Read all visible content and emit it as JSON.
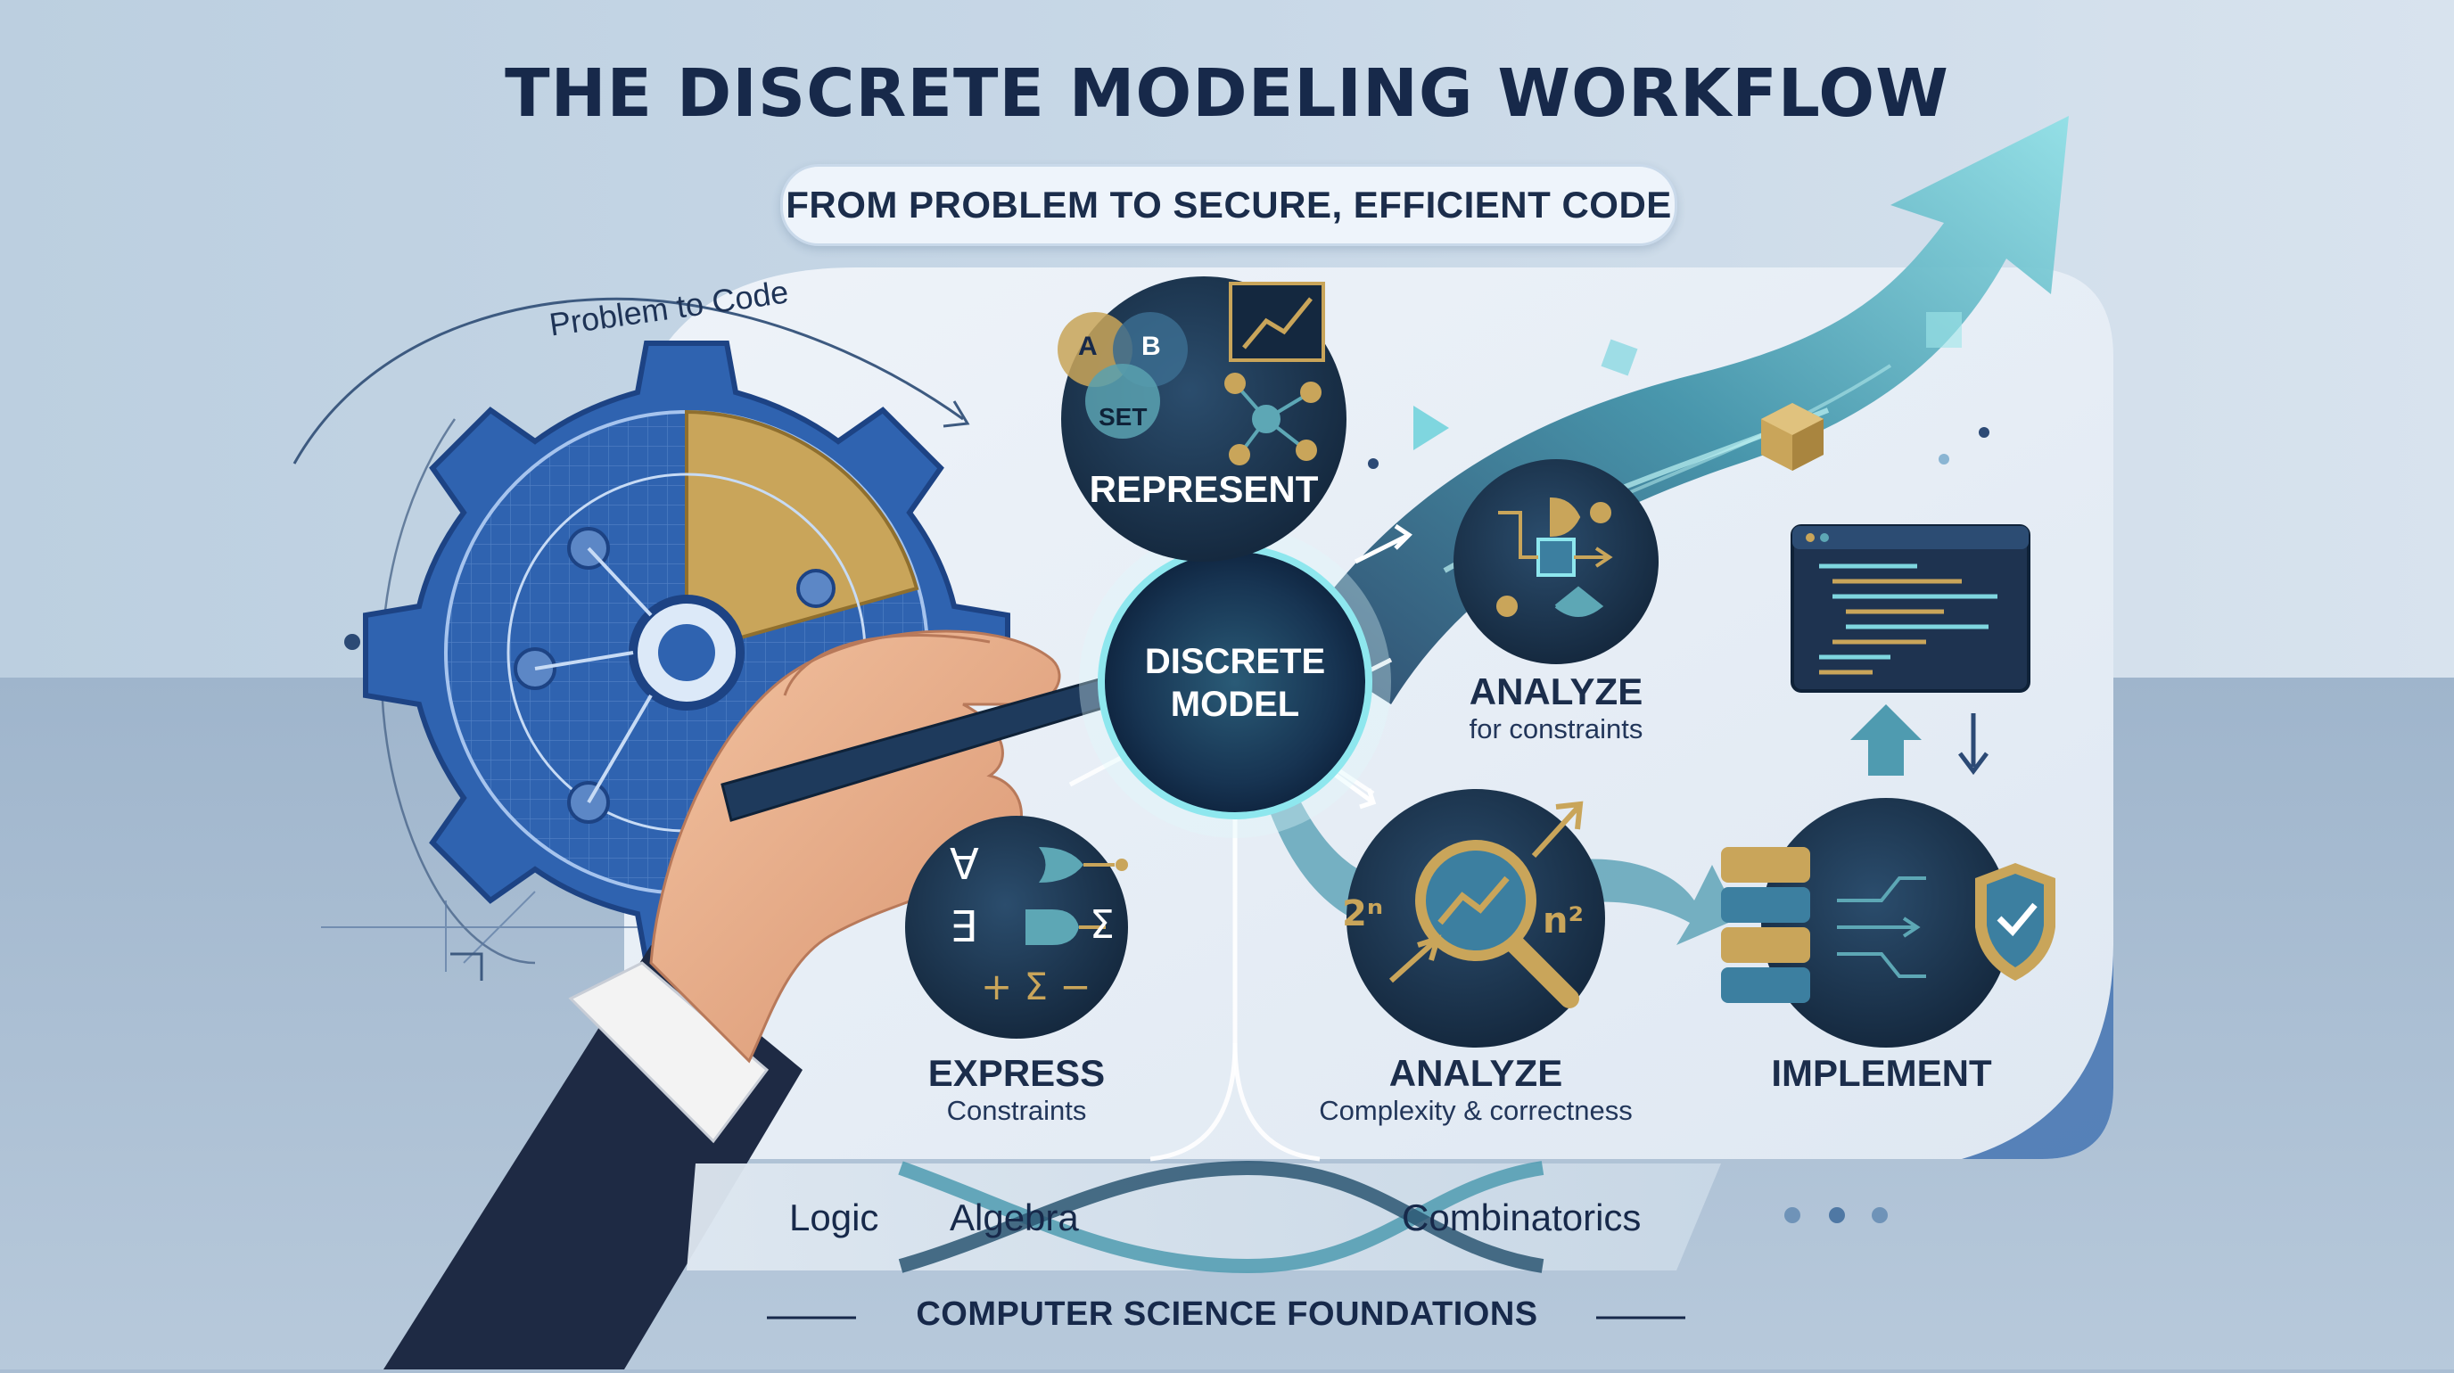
{
  "title": "THE DISCRETE MODELING WORKFLOW",
  "subtitle": "FROM PROBLEM TO SECURE, EFFICIENT CODE",
  "arc_label": "Problem to Code",
  "central_node": {
    "line1": "DISCRETE",
    "line2": "MODEL"
  },
  "represent": {
    "label": "REPRESENT",
    "venn": {
      "a": "A",
      "b": "B",
      "set": "SET"
    }
  },
  "analyze_constraints": {
    "label": "ANALYZE",
    "sub": "for constraints"
  },
  "express": {
    "label": "EXPRESS",
    "sub": "Constraints",
    "symbols": {
      "forall": "∀",
      "exists": "∃",
      "sigma": "Σ",
      "ops": "+ Σ −"
    }
  },
  "analyze_complexity": {
    "label": "ANALYZE",
    "sub": "Complexity & correctness",
    "left_term": "2ⁿ",
    "right_term": "n²"
  },
  "implement": {
    "label": "IMPLEMENT"
  },
  "foundations": [
    "Logic",
    "Algebra",
    "Combinatorics"
  ],
  "footer": "COMPUTER SCIENCE FOUNDATIONS",
  "colors": {
    "navy": "#17294a",
    "teal": "#3fa9b8",
    "gold": "#c9a55a",
    "blueprint": "#2f63b0",
    "panel": "#e8eff7"
  }
}
